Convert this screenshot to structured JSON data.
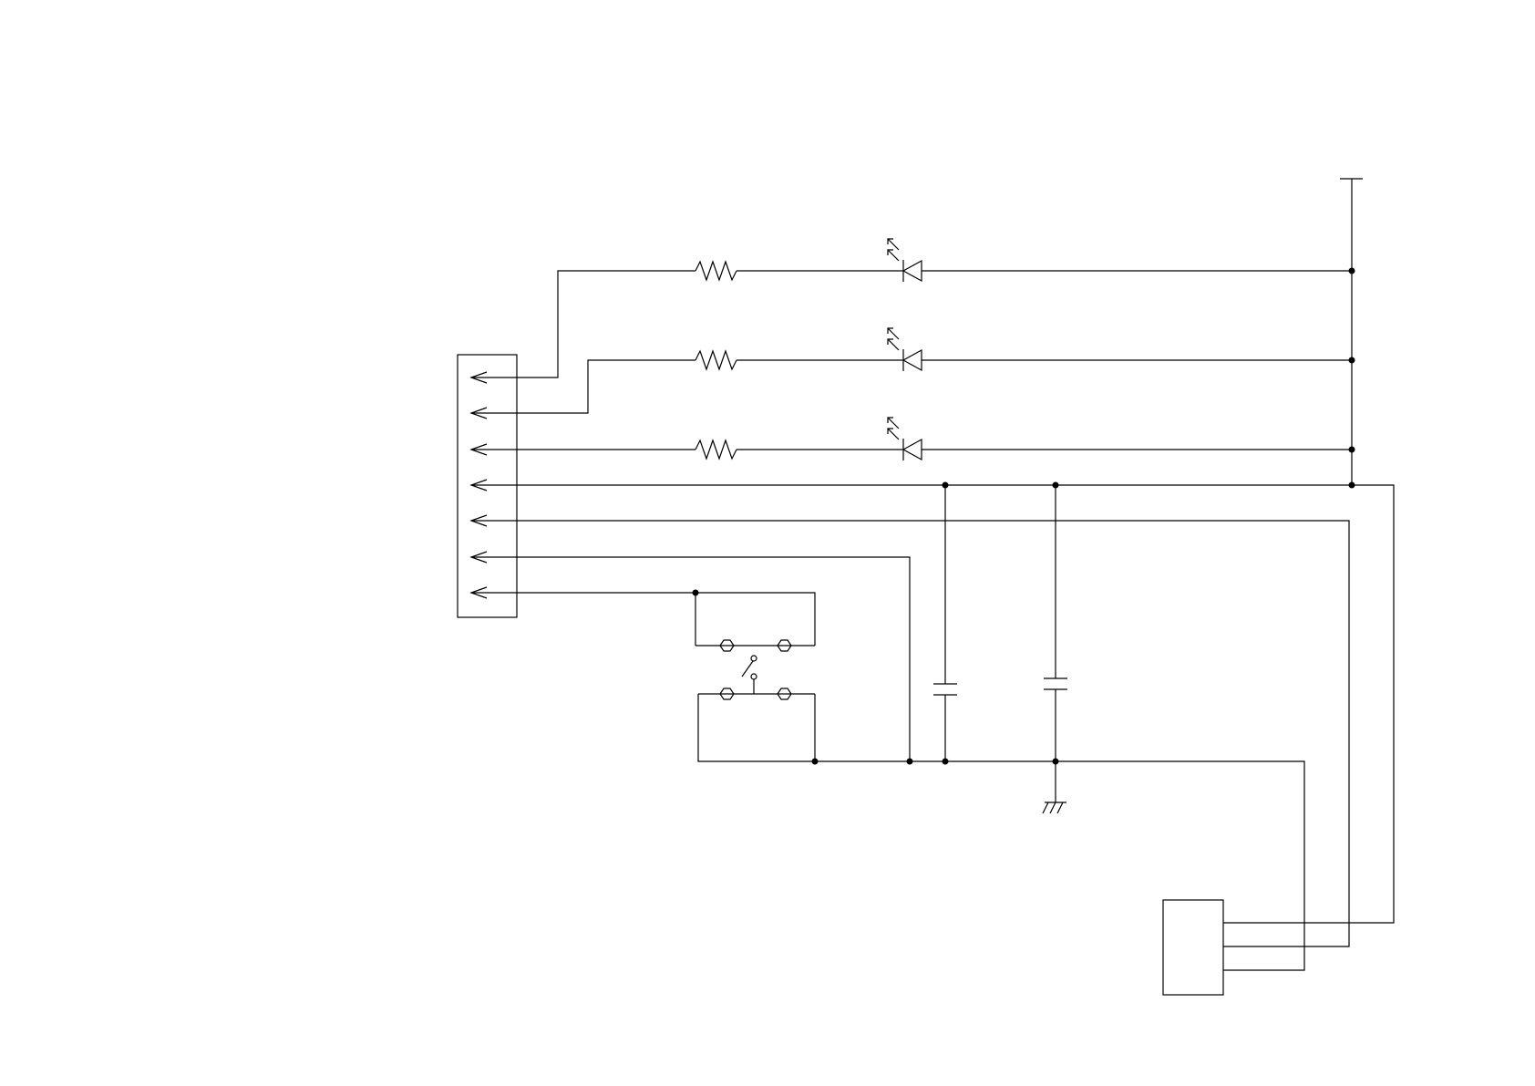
{
  "diagram": {
    "type": "electrical-schematic",
    "line_color": "#000000",
    "background_color": "#ffffff",
    "components": [
      {
        "kind": "connector",
        "pins": 7,
        "pin_symbol": "arrow-left"
      },
      {
        "kind": "resistor",
        "count": 3
      },
      {
        "kind": "led",
        "count": 3
      },
      {
        "kind": "capacitor",
        "count": 2
      },
      {
        "kind": "push-button-switch",
        "count": 1
      },
      {
        "kind": "ground",
        "style": "chassis",
        "count": 1
      },
      {
        "kind": "power-rail",
        "style": "bar",
        "count": 1
      },
      {
        "kind": "header-connector",
        "pins": 3,
        "count": 1
      }
    ],
    "junctions": 11,
    "labels": []
  }
}
